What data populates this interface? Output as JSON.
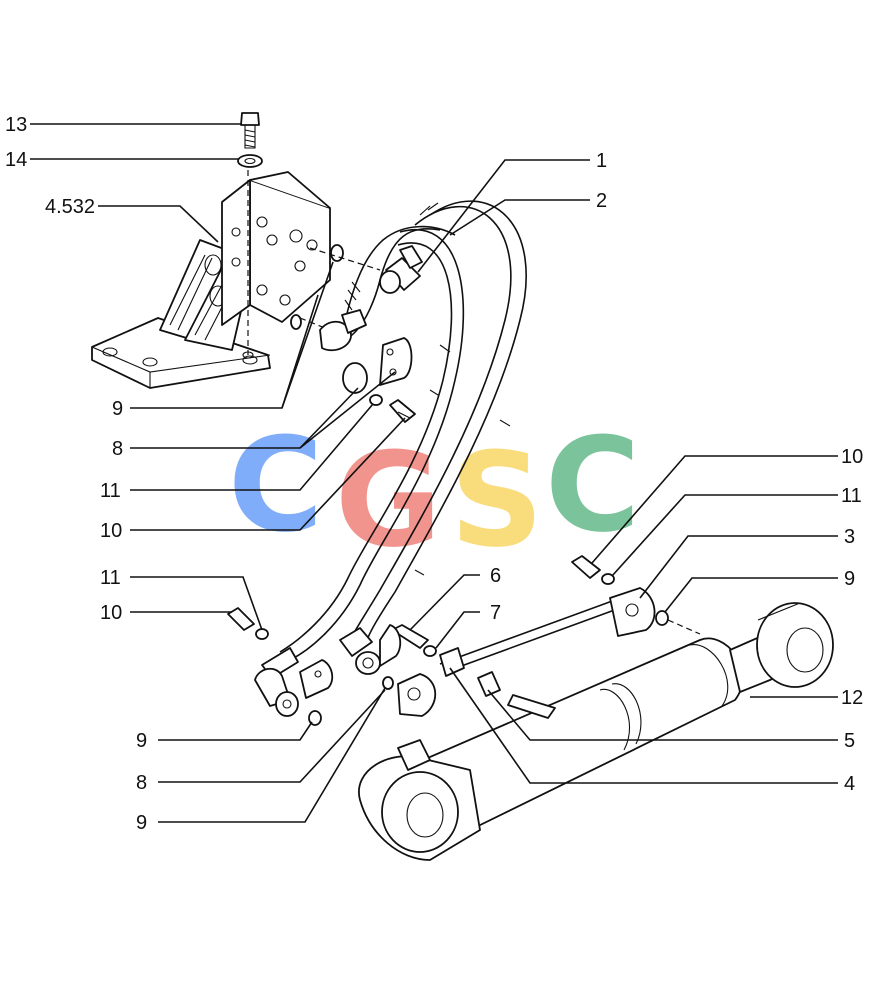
{
  "callouts": {
    "c13": "13",
    "c14": "14",
    "c4532": "4.532",
    "c9a": "9",
    "c8a": "8",
    "c11a": "11",
    "c10a": "10",
    "c11b": "11",
    "c10b": "10",
    "c9b": "9",
    "c8b": "8",
    "c9c": "9",
    "c1": "1",
    "c2": "2",
    "c6": "6",
    "c7": "7",
    "c10c": "10",
    "c11c": "11",
    "c3": "3",
    "c9d": "9",
    "c12": "12",
    "c5": "5",
    "c4": "4"
  },
  "watermark": {
    "letters": [
      "C",
      "G",
      "S",
      "C"
    ],
    "colors": [
      "#4f8ef7",
      "#ee6b63",
      "#f8cf4a",
      "#47ad75"
    ]
  }
}
